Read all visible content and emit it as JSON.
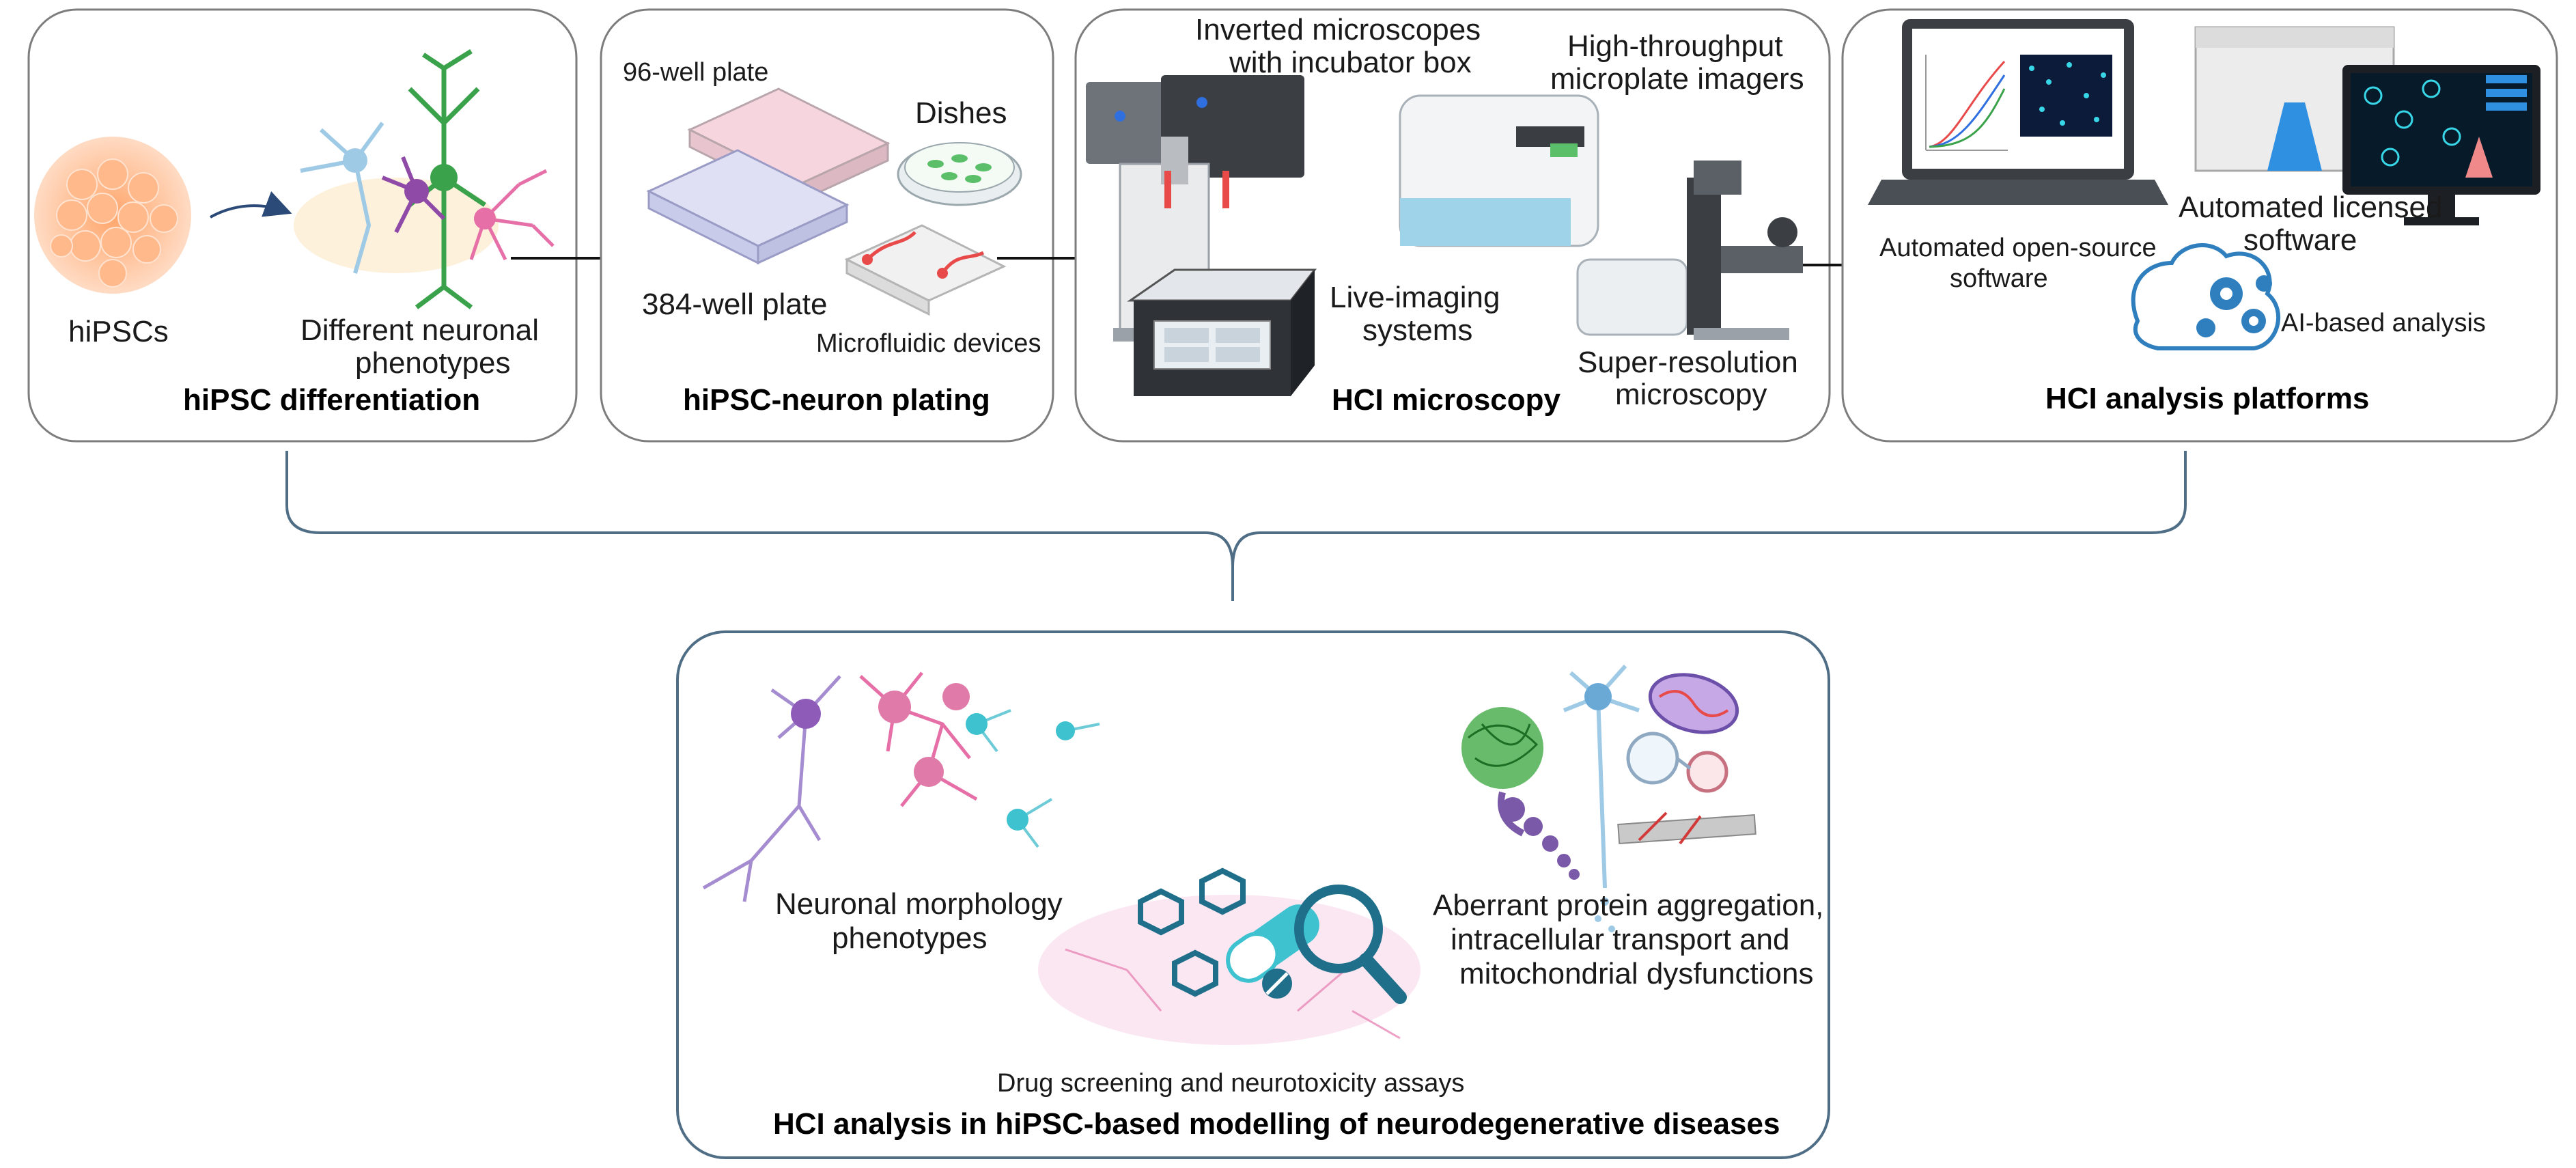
{
  "panels": {
    "differentiation": {
      "title": "hiPSC differentiation",
      "hipscs": "hiPSCs",
      "phenotypes_line1": "Different neuronal",
      "phenotypes_line2": "phenotypes"
    },
    "plating": {
      "title": "hiPSC-neuron plating",
      "plate96": "96-well plate",
      "dishes": "Dishes",
      "plate384": "384-well plate",
      "microfluidic": "Microfluidic devices"
    },
    "microscopy": {
      "title": "HCI microscopy",
      "inverted_line1": "Inverted microscopes",
      "inverted_line2": "with incubator box",
      "htp_line1": "High-throughput",
      "htp_line2": "microplate imagers",
      "live_line1": "Live-imaging",
      "live_line2": "systems",
      "superres_line1": "Super-resolution",
      "superres_line2": "microscopy"
    },
    "analysis": {
      "title": "HCI  analysis platforms",
      "opensource_line1": "Automated open-source",
      "opensource_line2": "software",
      "licensed_line1": "Automated licensed",
      "licensed_line2": "software",
      "ai": "AI-based analysis"
    }
  },
  "bottom": {
    "title": "HCI analysis in hiPSC-based modelling of neurodegenerative diseases",
    "morphology_line1": "Neuronal morphology",
    "morphology_line2": "phenotypes",
    "aberrant_line1": "Aberrant protein aggregation,",
    "aberrant_line2": "intracellular transport and",
    "aberrant_line3": "mitochondrial dysfunctions",
    "drug": "Drug screening and neurotoxicity assays"
  }
}
